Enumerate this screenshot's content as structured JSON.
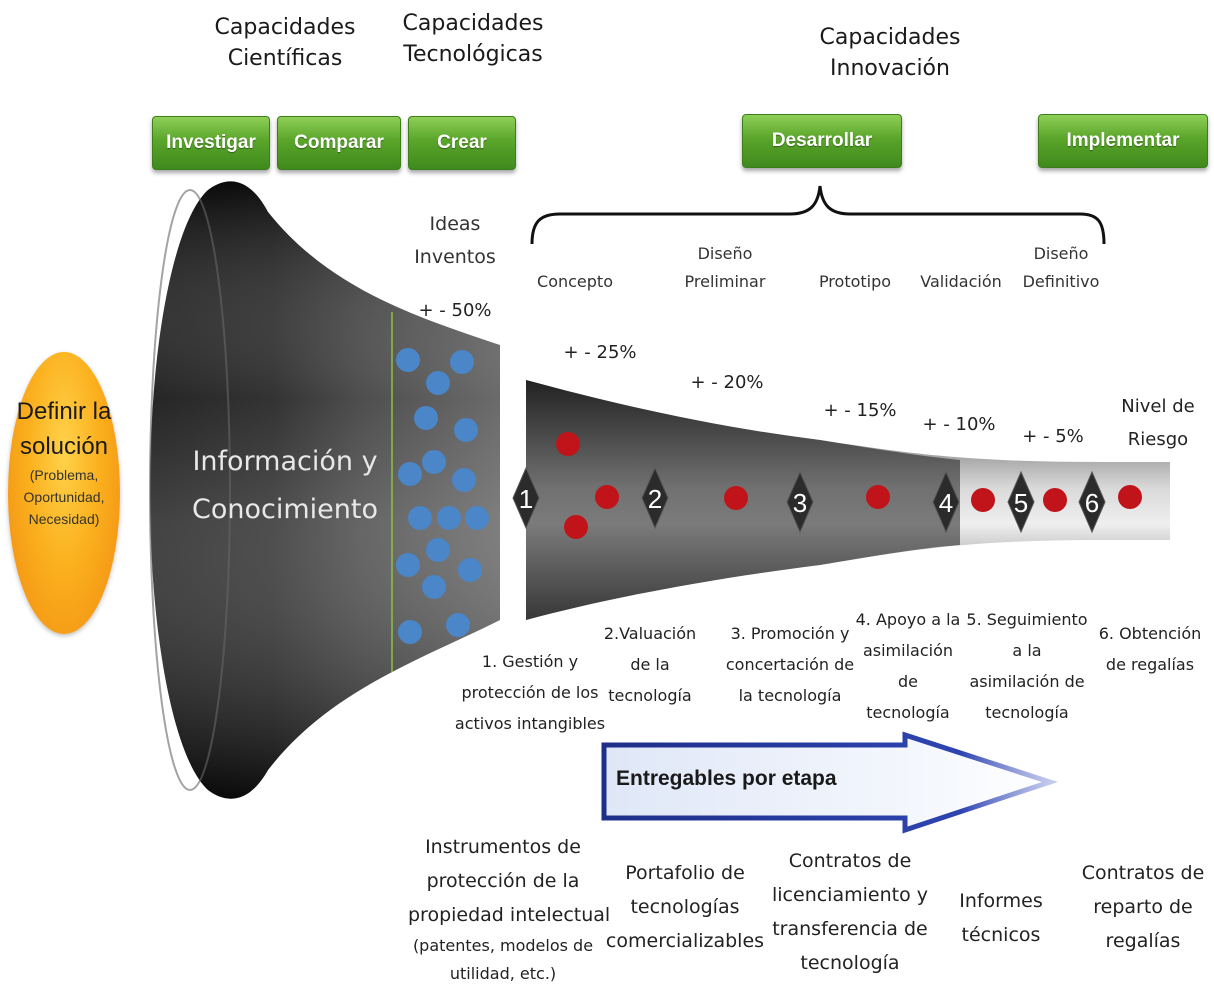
{
  "header": {
    "cap_cientificas": [
      "Capacidades",
      "Científicas"
    ],
    "cap_tecnologicas": [
      "Capacidades",
      "Tecnológicas"
    ],
    "cap_innovacion": [
      "Capacidades",
      "Innovación"
    ]
  },
  "buttons": {
    "investigar": "Investigar",
    "comparar": "Comparar",
    "crear": "Crear",
    "desarrollar": "Desarrollar",
    "implementar": "Implementar"
  },
  "colors": {
    "button_green": "#5aa52a",
    "funnel_dark": "#1a1a1a",
    "blue_dot": "#4a86c8",
    "red_dot": "#c0141a",
    "define_orange": "#fbb01e",
    "arrow_blue": "#1e2f8a"
  },
  "ideas": [
    "Ideas",
    "Inventos"
  ],
  "stages": {
    "concepto": "Concepto",
    "diseno_preliminar": [
      "Diseño",
      "Preliminar"
    ],
    "prototipo": "Prototipo",
    "validacion": "Validación",
    "diseno_definitivo": [
      "Diseño",
      "Definitivo"
    ]
  },
  "percentages": {
    "p50": "+ - 50%",
    "p25": "+ - 25%",
    "p20": "+ - 20%",
    "p15": "+ - 15%",
    "p10": "+ - 10%",
    "p5": "+ - 5%"
  },
  "nivel_riesgo": [
    "Nivel de",
    "Riesgo"
  ],
  "funnel_label": [
    "Información y",
    "Conocimiento"
  ],
  "define": {
    "title": [
      "Definir la",
      "solución"
    ],
    "subtitle": [
      "(Problema,",
      "Oportunidad,",
      "Necesidad)"
    ]
  },
  "markers": [
    "1",
    "2",
    "3",
    "4",
    "5",
    "6"
  ],
  "steps": {
    "s1": [
      "1. Gestión y",
      "protección de los",
      "activos intangibles"
    ],
    "s2": [
      "2.Valuación",
      "de la",
      "tecnología"
    ],
    "s3": [
      "3. Promoción y",
      "concertación de",
      "la tecnología"
    ],
    "s4": [
      "4. Apoyo a la",
      "asimilación",
      "de",
      "tecnología"
    ],
    "s5": [
      "5. Seguimiento",
      "a la",
      "asimilación de",
      "tecnología"
    ],
    "s6": [
      "6. Obtención",
      "de regalías"
    ]
  },
  "arrow_label": "Entregables por etapa",
  "deliverables": {
    "d1": [
      "Instrumentos de",
      "protección de la",
      "propiedad intelectual"
    ],
    "d1_note": [
      "(patentes, modelos de",
      "utilidad, etc.)"
    ],
    "d2": [
      "Portafolio de",
      "tecnologías",
      "comercializables"
    ],
    "d3": [
      "Contratos de",
      "licenciamiento y",
      "transferencia de",
      "tecnología"
    ],
    "d4": [
      "Informes",
      "técnicos"
    ],
    "d5": [
      "Contratos de",
      "reparto de",
      "regalías"
    ]
  }
}
